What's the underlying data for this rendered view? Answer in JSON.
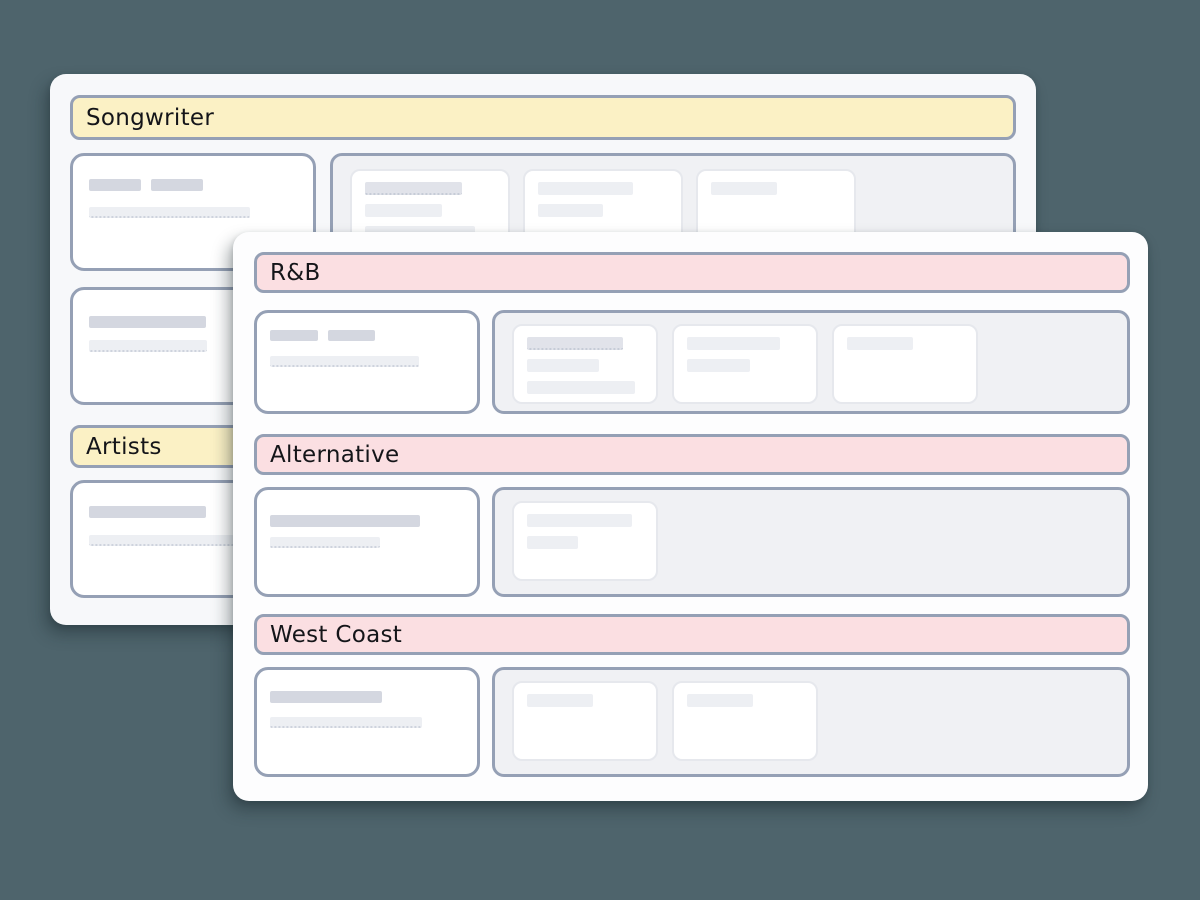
{
  "colors": {
    "bg": "#4e646c",
    "panel_back_bg": "#f7f8fa",
    "panel_front_bg": "#fdfdfe",
    "header_yellow_bg": "#fbf1c5",
    "header_pink_bg": "#fbdfe2",
    "border_strong": "#95a0b5",
    "container_bg": "#f0f1f4",
    "subcard_border": "#e6e8ed",
    "card_bg": "#ffffff",
    "bar_dark": "#d4d7e0",
    "bar_mid": "#e1e3ea",
    "bar_light": "#edeff3",
    "text": "#141519"
  },
  "back_board": {
    "sections": [
      {
        "id": "songwriter",
        "label": "Songwriter",
        "header_style": "yellow"
      },
      {
        "id": "artists",
        "label": "Artists",
        "header_style": "yellow"
      }
    ]
  },
  "front_board": {
    "sections": [
      {
        "id": "rnb",
        "label": "R&B",
        "header_style": "pink"
      },
      {
        "id": "alternative",
        "label": "Alternative",
        "header_style": "pink"
      },
      {
        "id": "west-coast",
        "label": "West Coast",
        "header_style": "pink"
      }
    ]
  }
}
